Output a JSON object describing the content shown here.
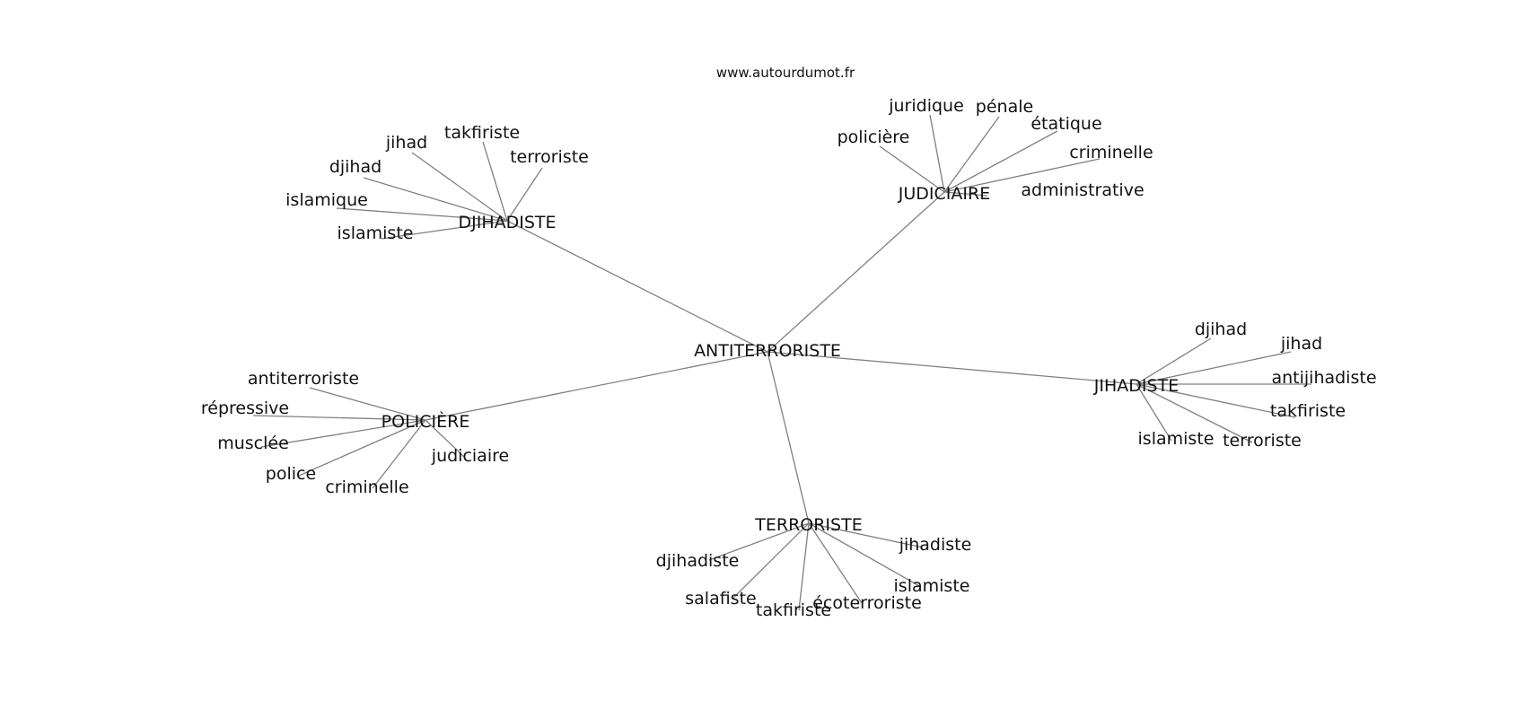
{
  "source": "www.autourdumot.fr",
  "graph": {
    "center": "ANTITERRORISTE",
    "edge_color": "#808080",
    "text_color": "#111111",
    "hubs": [
      {
        "label": "DJIHADISTE",
        "words": [
          "jihad",
          "takfiriste",
          "terroriste",
          "djihad",
          "islamique",
          "islamiste"
        ]
      },
      {
        "label": "JUDICIAIRE",
        "words": [
          "juridique",
          "pénale",
          "étatique",
          "policière",
          "criminelle",
          "administrative"
        ]
      },
      {
        "label": "POLICIÈRE",
        "words": [
          "antiterroriste",
          "répressive",
          "musclée",
          "police",
          "criminelle",
          "judiciaire"
        ]
      },
      {
        "label": "JIHADISTE",
        "words": [
          "djihad",
          "jihad",
          "antijihadiste",
          "takfiriste",
          "islamiste",
          "terroriste"
        ]
      },
      {
        "label": "TERRORISTE",
        "words": [
          "djihadiste",
          "jihadiste",
          "salafiste",
          "islamiste",
          "takfiriste",
          "écoterroriste"
        ]
      }
    ]
  }
}
